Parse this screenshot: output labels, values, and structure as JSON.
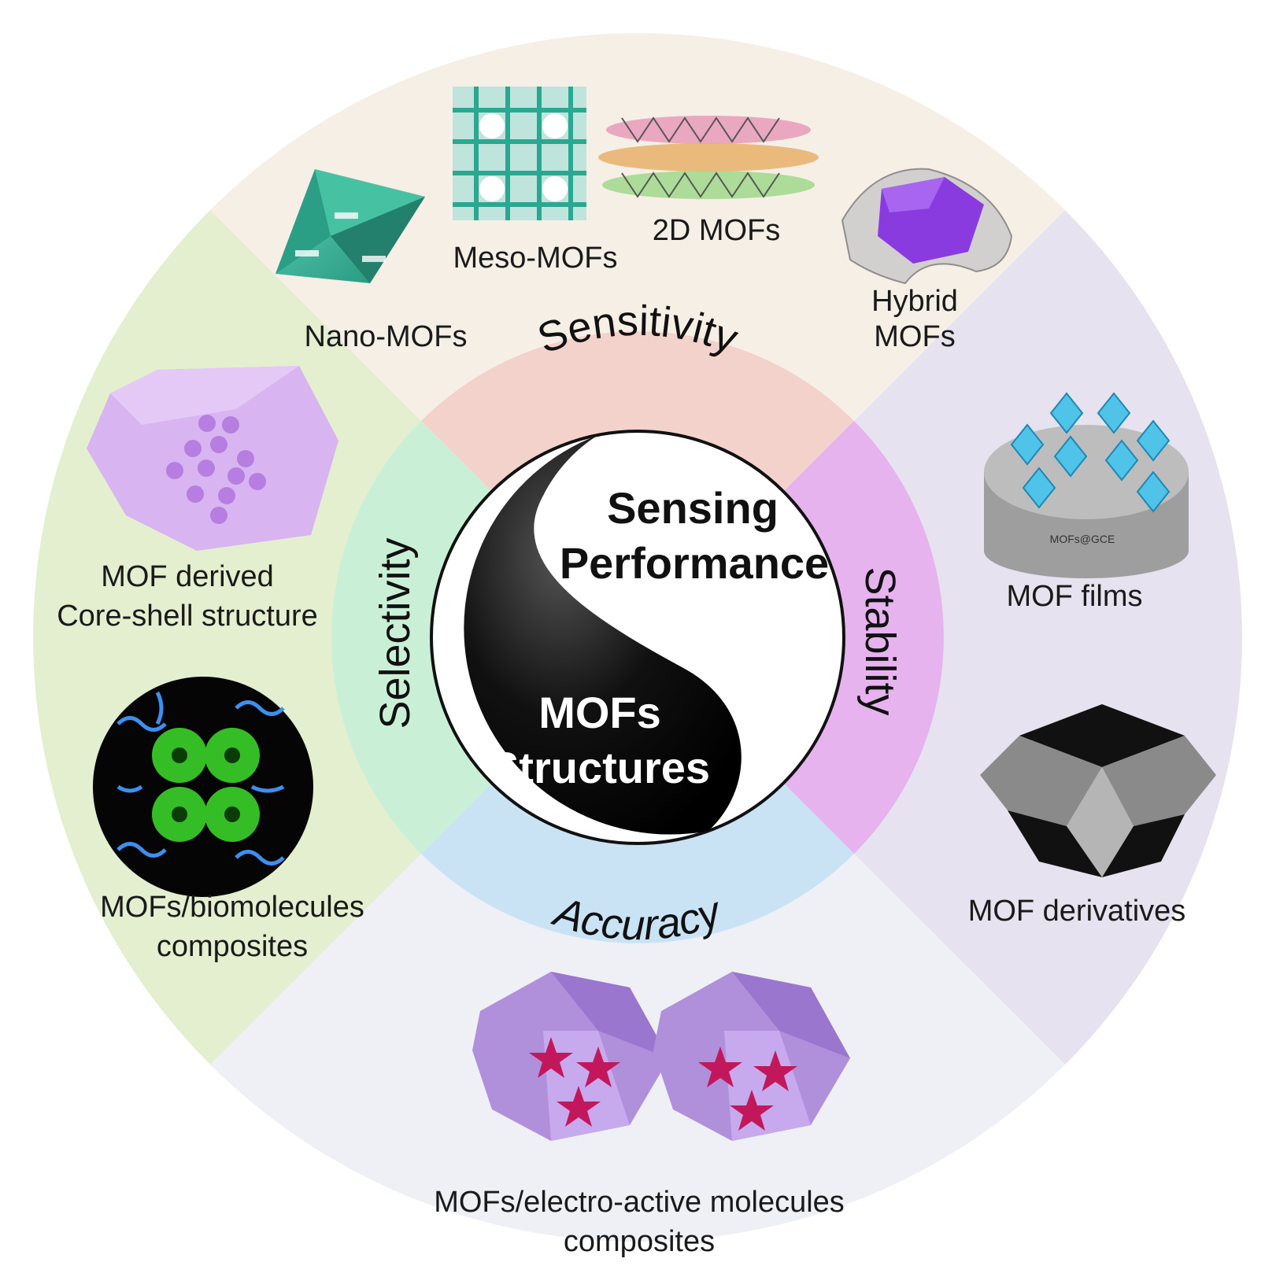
{
  "center": {
    "top_text_line1": "Sensing",
    "top_text_line2": "Performance",
    "bottom_text_line1": "MOFs",
    "bottom_text_line2": "Structures"
  },
  "ring": {
    "sensitivity": "Sensitivity",
    "selectivity": "Selectivity",
    "stability": "Stability",
    "accuracy": "Accuracy"
  },
  "outer": {
    "top": {
      "nano_mofs": "Nano-MOFs",
      "meso_mofs": "Meso-MOFs",
      "mofs_2d": "2D MOFs",
      "hybrid_line1": "Hybrid",
      "hybrid_line2": "MOFs"
    },
    "left": {
      "core_shell_line1": "MOF derived",
      "core_shell_line2": "Core-shell structure",
      "biomolecules_line1": "MOFs/biomolecules",
      "biomolecules_line2": "composites"
    },
    "right": {
      "films": "MOF films",
      "films_tag": "MOFs@GCE",
      "derivatives": "MOF derivatives"
    },
    "bottom": {
      "electro_line1": "MOFs/electro-active molecules",
      "electro_line2": "composites"
    }
  },
  "colors": {
    "top_sector": "#f6efe6",
    "left_sector": "#e3efcf",
    "right_sector": "#e6e2ef",
    "bottom_sector": "#eef0f6",
    "sensitivity_band": "#f3d2cc",
    "selectivity_band": "#c9f0d6",
    "stability_band": "#e6b3ee",
    "accuracy_band": "#c9e3f5",
    "purple_shape": "#b08fdb",
    "star": "#c2185b",
    "crystal_blue": "#4fc3e8"
  }
}
